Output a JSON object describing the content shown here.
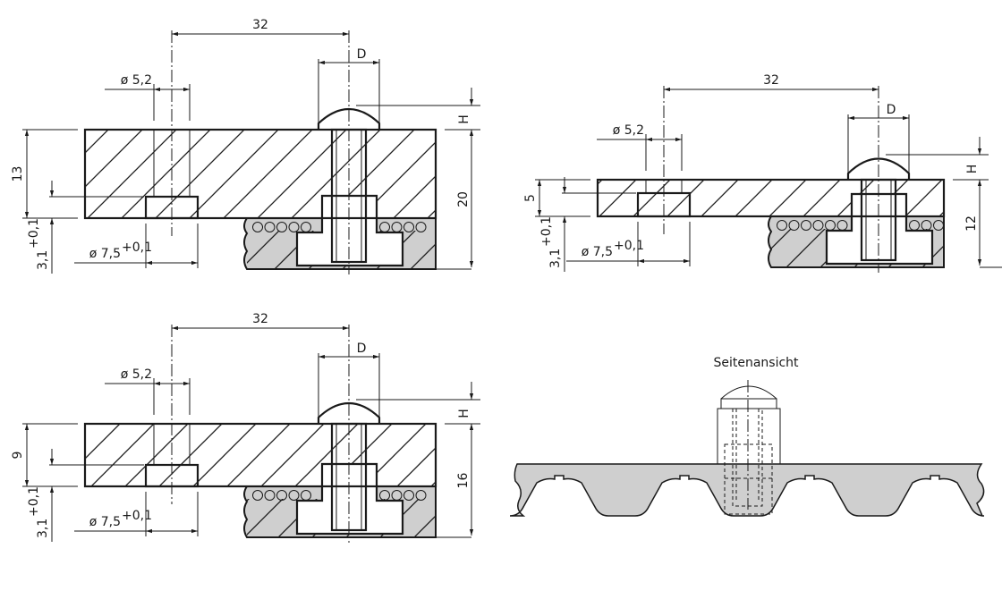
{
  "views": [
    {
      "pitch": "32",
      "bolt_diameter": "D",
      "head_height": "H",
      "total_height": "20",
      "plate_thickness": "13",
      "counterbore_depth": "3,1",
      "counterbore_depth_tol": "+0,1",
      "hole_diameter": "ø 5,2",
      "counterbore_diameter": "ø 7,5",
      "counterbore_diameter_tol": "+0,1"
    },
    {
      "pitch": "32",
      "bolt_diameter": "D",
      "head_height": "H",
      "total_height": "12",
      "plate_thickness": "5",
      "counterbore_depth": "3,1",
      "counterbore_depth_tol": "+0,1",
      "hole_diameter": "ø 5,2",
      "counterbore_diameter": "ø 7,5",
      "counterbore_diameter_tol": "+0,1"
    },
    {
      "pitch": "32",
      "bolt_diameter": "D",
      "head_height": "H",
      "total_height": "16",
      "plate_thickness": "9",
      "counterbore_depth": "3,1",
      "counterbore_depth_tol": "+0,1",
      "hole_diameter": "ø 5,2",
      "counterbore_diameter": "ø 7,5",
      "counterbore_diameter_tol": "+0,1"
    }
  ],
  "side_view": {
    "title": "Seitenansicht"
  },
  "colors": {
    "line": "#1a1a1a",
    "belt_fill": "#cfcfcf"
  }
}
